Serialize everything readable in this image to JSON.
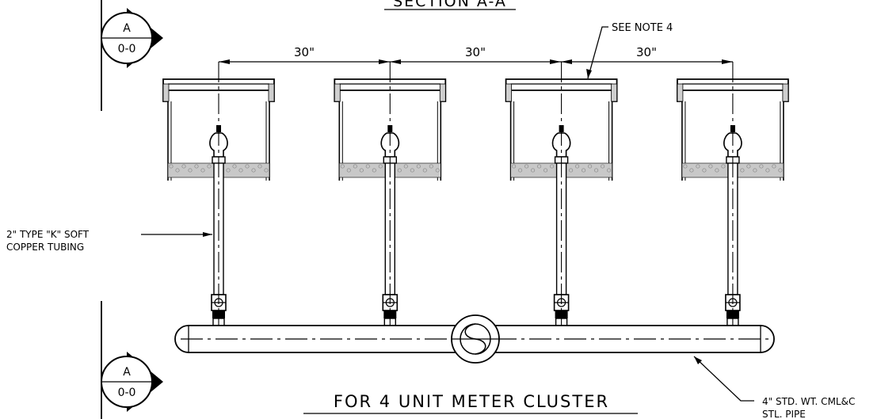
{
  "drawing": {
    "section_title": "SECTION A-A",
    "main_title": "FOR 4 UNIT METER CLUSTER",
    "spacing_labels": [
      "30\"",
      "30\"",
      "30\""
    ],
    "note_label": "SEE NOTE 4",
    "tubing_label": [
      "2\" TYPE \"K\" SOFT",
      "COPPER TUBING"
    ],
    "pipe_label": [
      "4\" STD. WT. CML&C",
      "STL. PIPE"
    ],
    "section_markers": [
      {
        "letter": "A",
        "ref": "0-0"
      },
      {
        "letter": "A",
        "ref": "0-0"
      }
    ],
    "meter_units": 4
  }
}
